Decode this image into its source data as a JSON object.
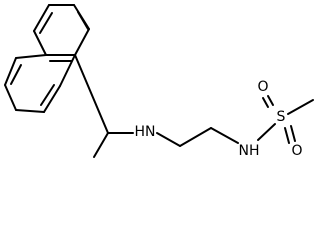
{
  "molecule": {
    "atoms": {
      "amine_n": "HN",
      "sulfonamide_n": "NH",
      "sulfur": "S",
      "oxygen_upper": "O",
      "oxygen_lower": "O"
    }
  },
  "colors": {
    "bond": "#000000",
    "background": "#ffffff"
  }
}
